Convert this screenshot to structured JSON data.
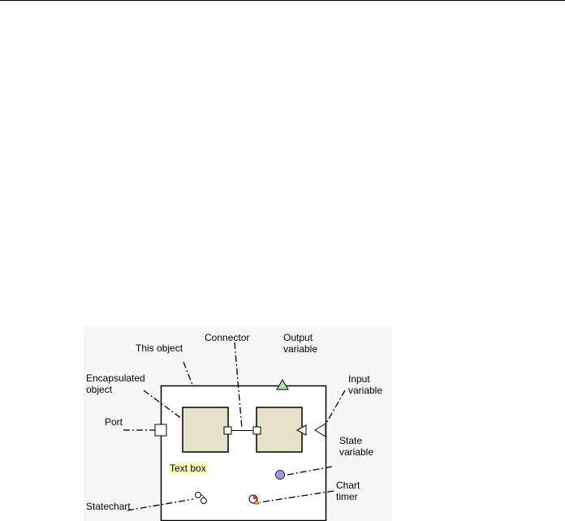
{
  "labels": {
    "connector": "Connector",
    "output_variable": [
      "Output",
      "variable"
    ],
    "this_object": "This object",
    "encapsulated_object": [
      "Encapsulated",
      "object"
    ],
    "input_variable": [
      "Input",
      "variable"
    ],
    "port": "Port",
    "state_variable": [
      "State",
      "variable"
    ],
    "text_box": "Text box",
    "chart_timer": [
      "Chart",
      "timer"
    ],
    "statechart": "Statechart"
  },
  "colors": {
    "object_fill": "#e6e2c9",
    "output_variable_fill": "#a6e8a6",
    "state_variable_fill": "#9a9ae6",
    "text_box_fill": "#ffffc0",
    "figure_background": "#f7f7f7"
  },
  "icons": [
    "output-variable-triangle-icon",
    "input-variable-triangle-icon",
    "port-square-icon",
    "state-variable-circle-icon",
    "statechart-icon",
    "chart-timer-icon"
  ]
}
